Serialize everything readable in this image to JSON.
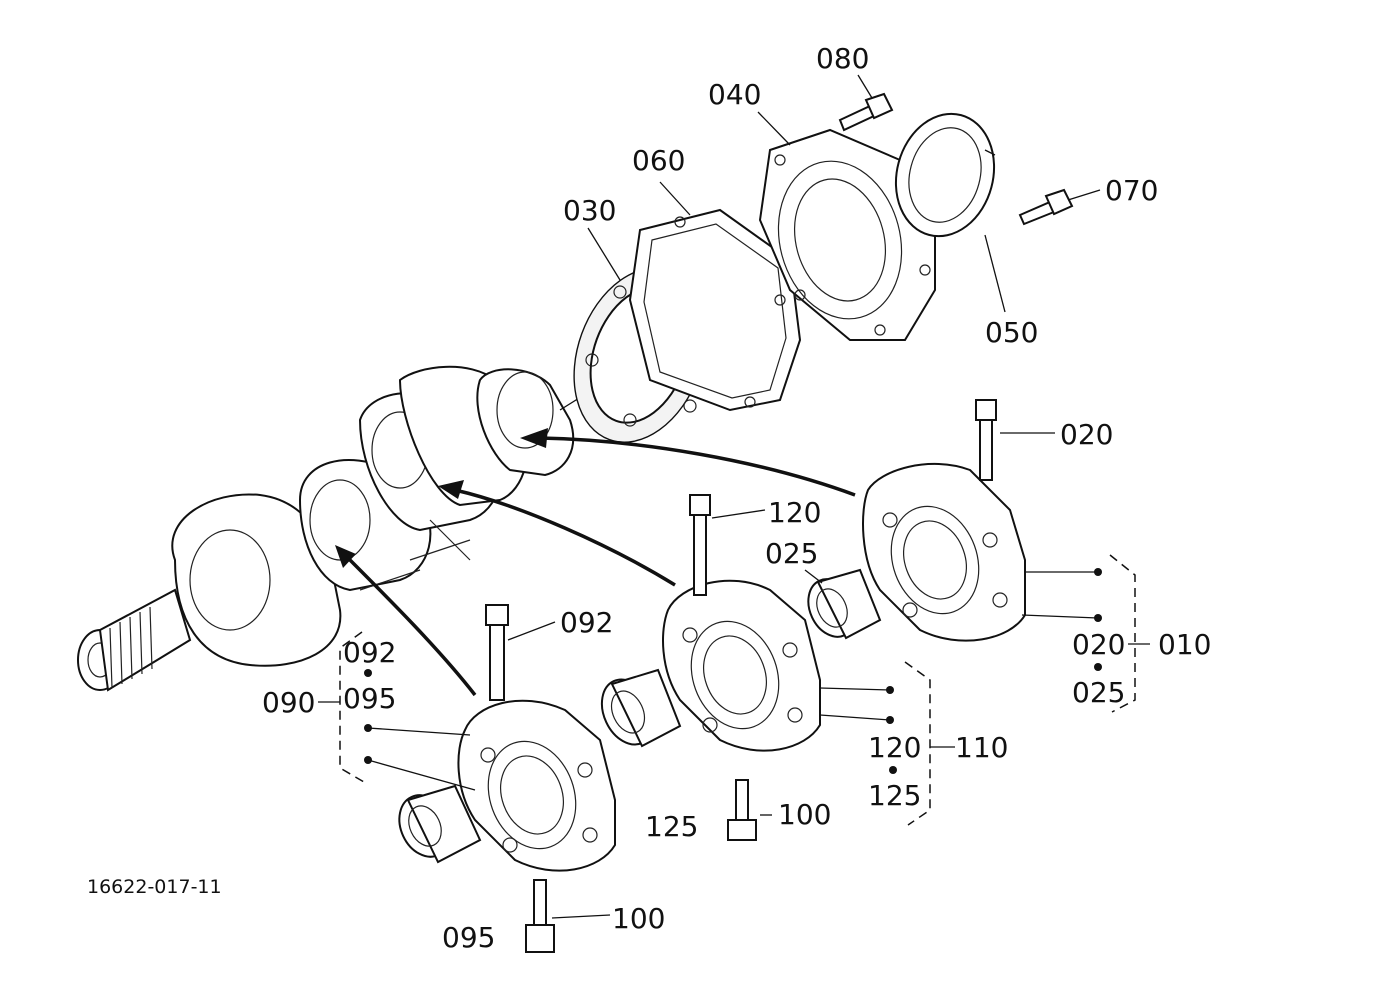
{
  "drawing_code": "16622-017-11",
  "labels": {
    "p080": "080",
    "p040": "040",
    "p060": "060",
    "p030": "030",
    "p070": "070",
    "p050": "050",
    "p020_top": "020",
    "p120_mid": "120",
    "p025_mid": "025",
    "p092_bolt": "092",
    "p092_group": "092",
    "p090": "090",
    "p095_group": "095",
    "p020_group": "020",
    "p010": "010",
    "p025_group": "025",
    "p120_group": "120",
    "p110": "110",
    "p125_group": "125",
    "p125_bush": "125",
    "p100_mid": "100",
    "p095_bush": "095",
    "p100_low": "100"
  },
  "colors": {
    "ink": "#111111",
    "paper": "#ffffff"
  }
}
